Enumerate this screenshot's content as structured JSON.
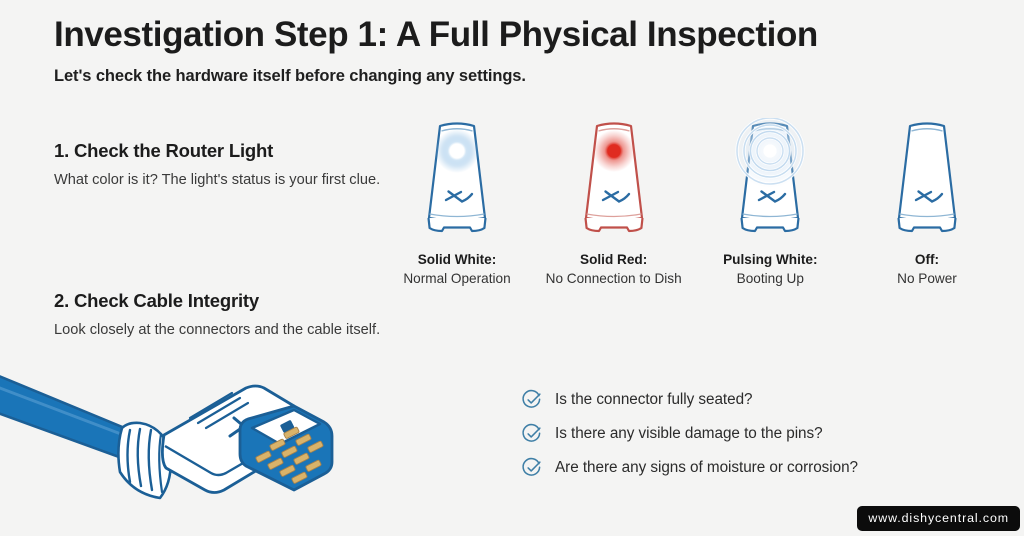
{
  "header": {
    "title": "Investigation Step 1: A Full Physical Inspection",
    "subtitle": "Let's check the hardware itself before changing any settings."
  },
  "sections": [
    {
      "heading": "1. Check the Router Light",
      "body": "What color is it? The light's status is your first clue."
    },
    {
      "heading": "2. Check Cable Integrity",
      "body": "Look closely at the connectors and the cable itself."
    }
  ],
  "routers": [
    {
      "state": "Solid White:",
      "meaning": "Normal Operation",
      "led": "solid-white",
      "outline_color": "#2b6ca3",
      "led_color": "#ffffff",
      "glow_color": "#9dc6e8"
    },
    {
      "state": "Solid Red:",
      "meaning": "No Connection to Dish",
      "led": "solid-red",
      "outline_color": "#c0504a",
      "led_color": "#e02b20",
      "glow_color": "#e8736b"
    },
    {
      "state": "Pulsing White:",
      "meaning": "Booting Up",
      "led": "pulsing-white",
      "outline_color": "#2b6ca3",
      "led_color": "#ffffff",
      "glow_color": "#bcd8ef"
    },
    {
      "state": "Off:",
      "meaning": "No Power",
      "led": "off",
      "outline_color": "#2b6ca3",
      "led_color": "none",
      "glow_color": "none"
    }
  ],
  "checklist": [
    "Is the connector fully seated?",
    "Is there any visible damage to the pins?",
    "Are there any signs of moisture or corrosion?"
  ],
  "cable": {
    "cable_color": "#1a75b8",
    "outline_color": "#1b5f96",
    "pin_color": "#d9b36a",
    "icon": "ethernet-connector-illustration"
  },
  "watermark": {
    "text": "www.dishycentral.com"
  },
  "colors": {
    "background": "#f4f4f3",
    "brand_blue": "#2b6ca3",
    "alert_red": "#c0504a",
    "check_blue": "#3f7fa6",
    "text_dark": "#1c1c1c"
  }
}
